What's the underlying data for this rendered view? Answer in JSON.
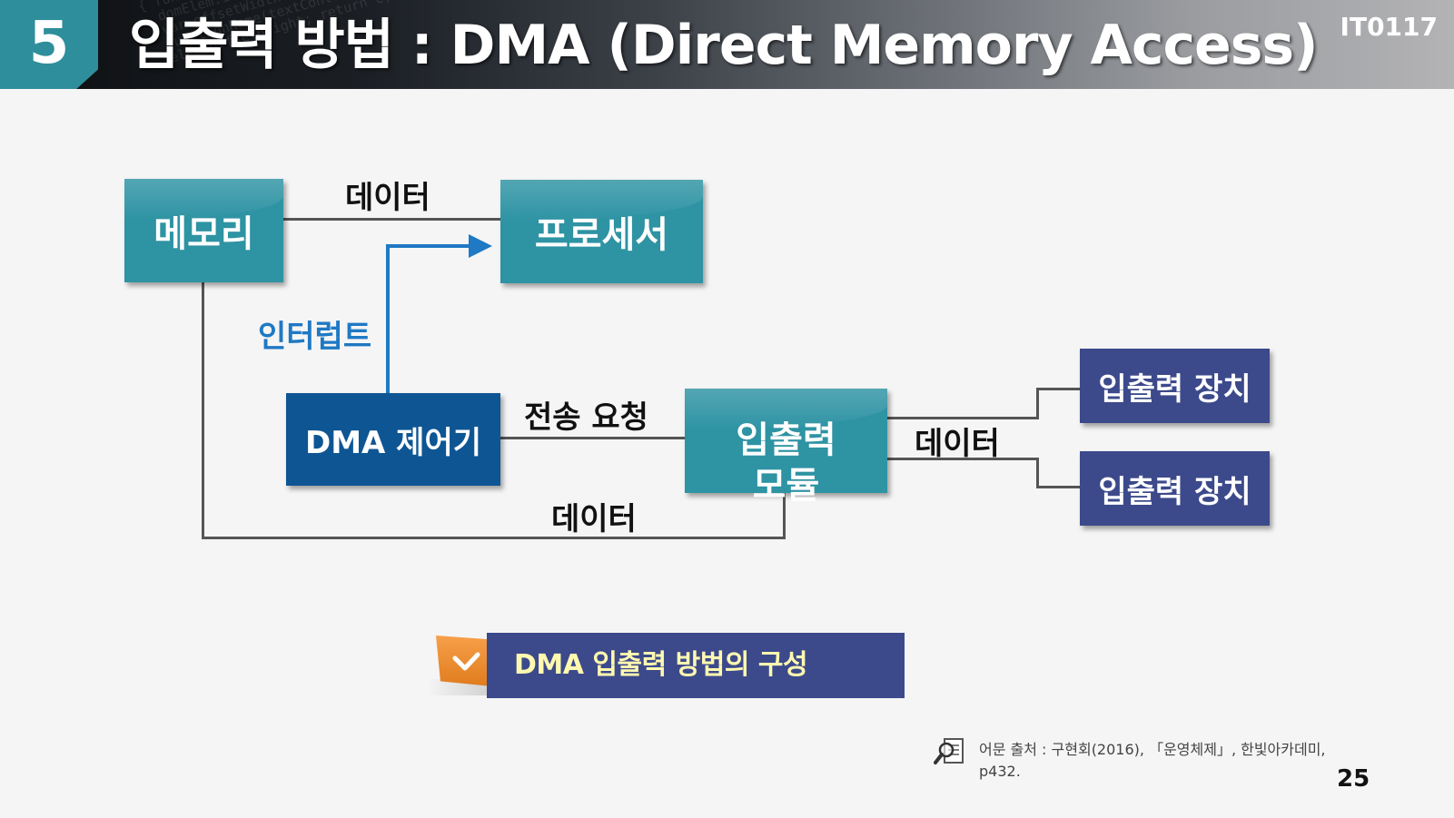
{
  "header": {
    "section_number": "5",
    "title": "입출력 방법 : DMA (Direct Memory Access)",
    "course_code": "IT0117"
  },
  "diagram": {
    "memory": "메모리",
    "processor": "프로세서",
    "dma_controller": "DMA 제어기",
    "io_module": "입출력 모듈",
    "io_device_1": "입출력 장치",
    "io_device_2": "입출력 장치",
    "label_data_top": "데이터",
    "label_interrupt": "인터럽트",
    "label_transfer_request": "전송 요청",
    "label_data_right": "데이터",
    "label_data_bottom": "데이터"
  },
  "caption": "DMA 입출력 방법의 구성",
  "source": "어문 출처 : 구현회(2016), 「운영체제」, 한빛아카데미, p432.",
  "page_number": "25",
  "colors": {
    "teal": "#2e93a3",
    "navy": "#0e5594",
    "indigo": "#3c4a8b",
    "interrupt_blue": "#1f79c4",
    "caption_text": "#fff9b0",
    "orange_tab": "#f08c2e"
  },
  "icons": [
    "checkmark-icon",
    "search-document-icon"
  ]
}
